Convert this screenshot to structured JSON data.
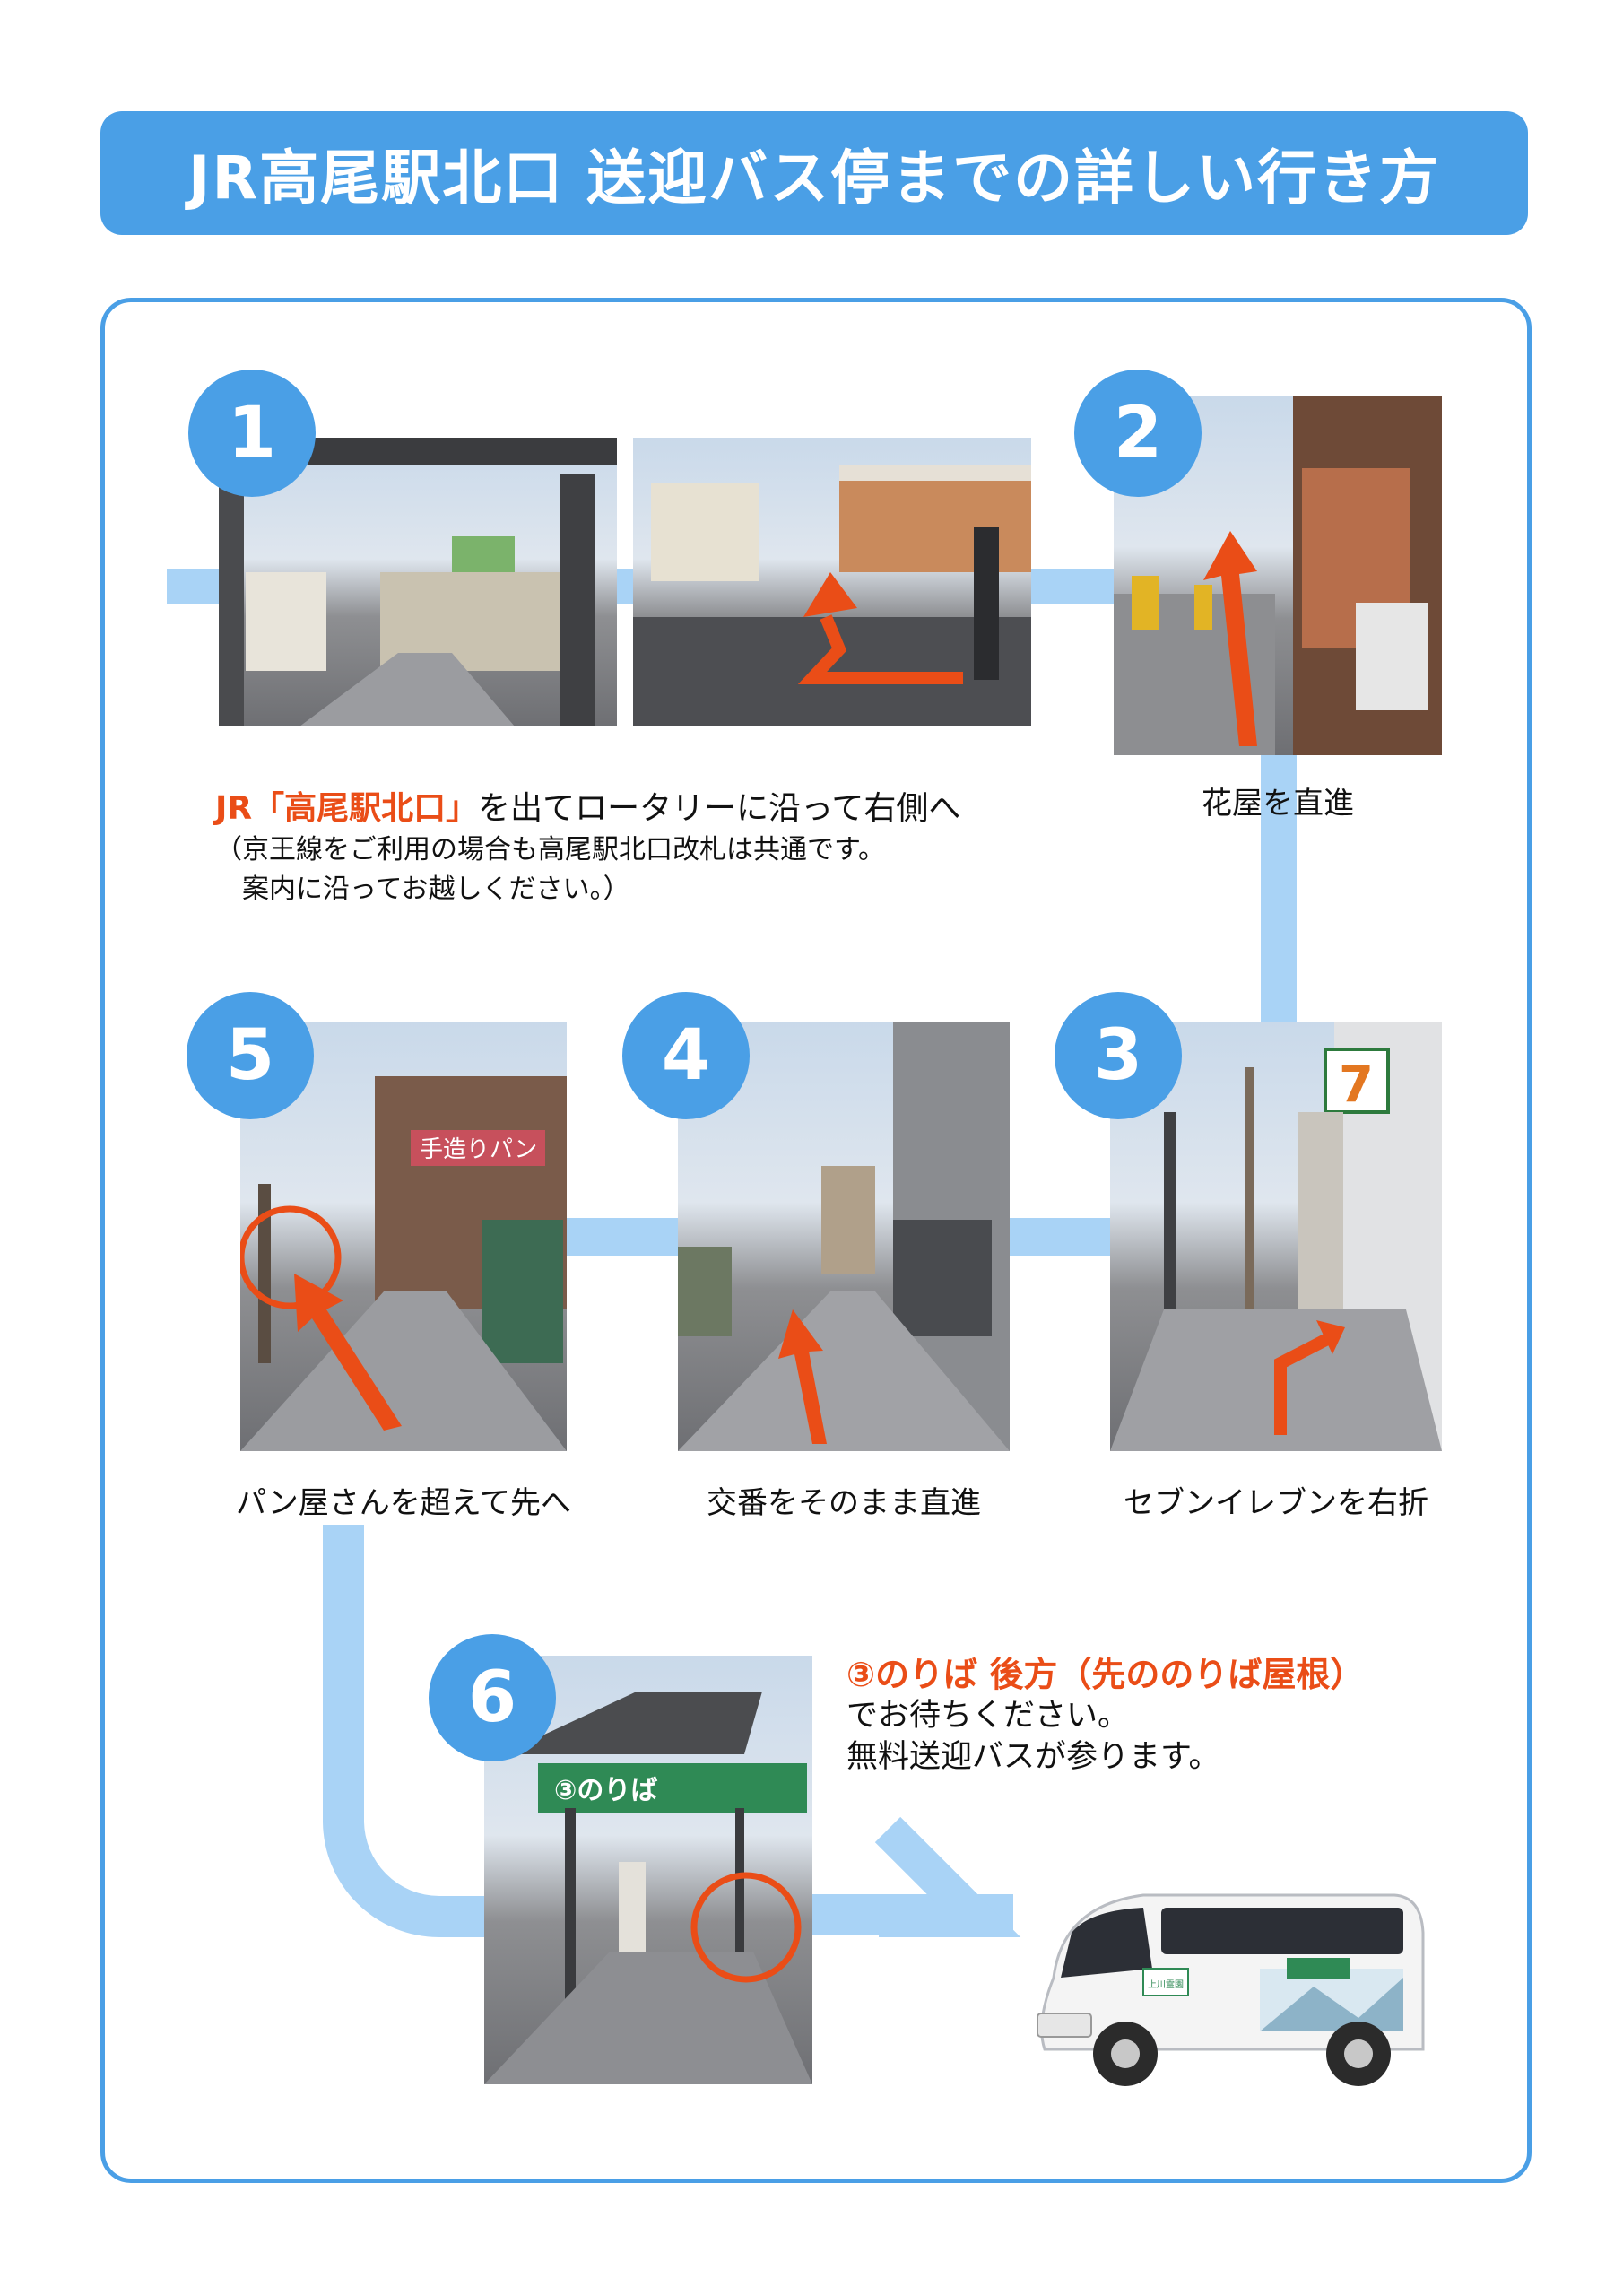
{
  "title": "JR高尾駅北口 送迎バス停までの詳しい行き方",
  "steps": [
    {
      "number": "1",
      "caption_accent": "JR「高尾駅北口」",
      "caption_rest": "を出てロータリーに沿って右側へ",
      "note_line1": "（京王線をご利用の場合も高尾駅北口改札は共通です。",
      "note_line2": "　案内に沿ってお越しください。）"
    },
    {
      "number": "2",
      "caption": "花屋を直進"
    },
    {
      "number": "3",
      "caption": "セブンイレブンを右折"
    },
    {
      "number": "4",
      "caption": "交番をそのまま直進"
    },
    {
      "number": "5",
      "caption": "パン屋さんを超えて先へ"
    },
    {
      "number": "6",
      "caption_accent": "③のりば 後方（先ののりば屋根）",
      "caption_line2": "でお待ちください。",
      "caption_line3": "無料送迎バスが参ります。"
    }
  ],
  "photo_text": {
    "sign_platform": "③のりば",
    "store_7eleven": "7",
    "bakery_sign": "手造りパン",
    "bus_panel": "上川霊園"
  },
  "colors": {
    "header_blue": "#4a9fe6",
    "route_blue": "#a9d3f6",
    "accent_orange": "#ea4d17"
  }
}
